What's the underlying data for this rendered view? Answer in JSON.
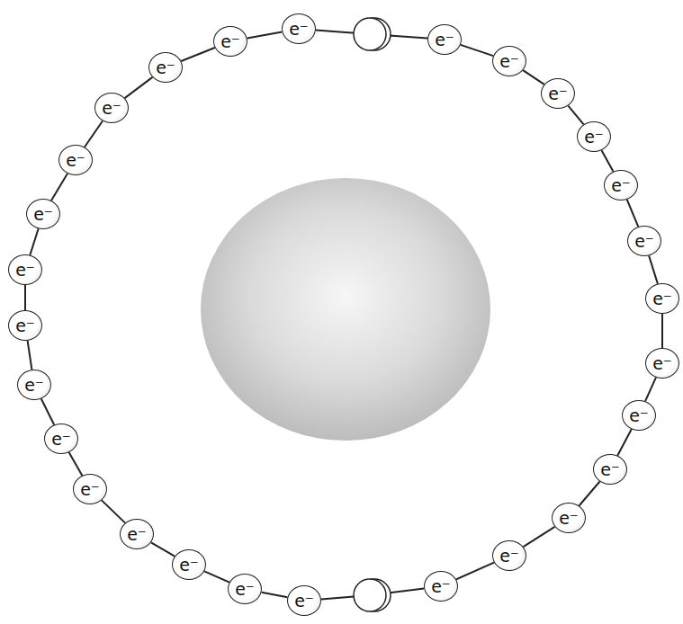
{
  "diagram": {
    "nodes": [
      {
        "text": [
          "e⁻"
        ]
      },
      {
        "text": [
          "e⁻"
        ]
      },
      {
        "text": [
          "e⁻"
        ]
      },
      {
        "text": [
          "e⁻"
        ]
      },
      {
        "text": [
          "e⁻"
        ]
      },
      {
        "text": [
          "e⁻"
        ]
      },
      {
        "text": [
          "e⁻"
        ]
      },
      {
        "text": [
          "e⁻"
        ]
      },
      {
        "text": [
          "e⁻"
        ]
      },
      {
        "text": [
          "e⁻"
        ]
      },
      {
        "text": [
          "e⁻"
        ]
      },
      {
        "text": [
          "e⁻"
        ]
      },
      {
        "text": [
          "e⁻"
        ]
      },
      {
        "text": [
          "e⁻"
        ]
      },
      {
        "text": [
          "e⁻"
        ]
      },
      {
        "text": [
          "e⁻"
        ]
      },
      {
        "text": [
          "e⁻"
        ]
      },
      {
        "text": [
          "e⁻"
        ]
      },
      {
        "text": [
          "e⁻"
        ]
      },
      {
        "text": [
          "e⁻"
        ]
      },
      {
        "text": [
          "e⁻"
        ]
      },
      {
        "text": [
          "e⁻"
        ]
      },
      {
        "text": [
          "e⁻"
        ]
      },
      {
        "text": [
          "e⁻"
        ]
      },
      {
        "text": [
          "e⁻"
        ]
      },
      {
        "text": [
          "e⁻"
        ]
      },
      {
        "text": [
          "e⁻"
        ]
      },
      {
        "text": [
          "e⁻"
        ]
      }
    ],
    "edges": [
      {
        "from": 0,
        "to": 1,
        "arrow": "none"
      },
      {
        "from": 1,
        "to": 2,
        "arrow": "none"
      },
      {
        "from": 2,
        "to": 3,
        "arrow": "none"
      },
      {
        "from": 3,
        "to": 4,
        "arrow": "none"
      },
      {
        "from": 4,
        "to": 5,
        "arrow": "none"
      },
      {
        "from": 5,
        "to": 6,
        "arrow": "none"
      },
      {
        "from": 6,
        "to": 7,
        "arrow": "none"
      },
      {
        "from": 7,
        "to": 8,
        "arrow": "none"
      },
      {
        "from": 8,
        "to": 9,
        "arrow": "none"
      },
      {
        "from": 9,
        "to": 10,
        "arrow": "none"
      },
      {
        "from": 10,
        "to": 11,
        "arrow": "none"
      },
      {
        "from": 11,
        "to": 12,
        "arrow": "none"
      },
      {
        "from": 12,
        "to": 13,
        "arrow": "none"
      },
      {
        "from": 13,
        "to": 14,
        "arrow": "none"
      },
      {
        "from": 14,
        "to": 15,
        "arrow": "none"
      },
      {
        "from": 15,
        "to": 16,
        "arrow": "none"
      },
      {
        "from": 16,
        "to": 17,
        "arrow": "none"
      },
      {
        "from": 17,
        "to": 18,
        "arrow": "none"
      },
      {
        "from": 18,
        "to": 19,
        "arrow": "none"
      },
      {
        "from": 19,
        "to": 20,
        "arrow": "none"
      },
      {
        "from": 20,
        "to": 21,
        "arrow": "none"
      },
      {
        "from": 21,
        "to": 22,
        "arrow": "none"
      },
      {
        "from": 22,
        "to": 23,
        "arrow": "none"
      },
      {
        "from": 23,
        "to": 24,
        "arrow": "none"
      },
      {
        "from": 24,
        "to": 25,
        "arrow": "none"
      },
      {
        "from": 25,
        "to": 26,
        "arrow": "none"
      },
      {
        "from": 26,
        "to": 27,
        "arrow": "none"
      },
      {
        "from": 27,
        "to": 0,
        "arrow": "none"
      }
    ]
  }
}
